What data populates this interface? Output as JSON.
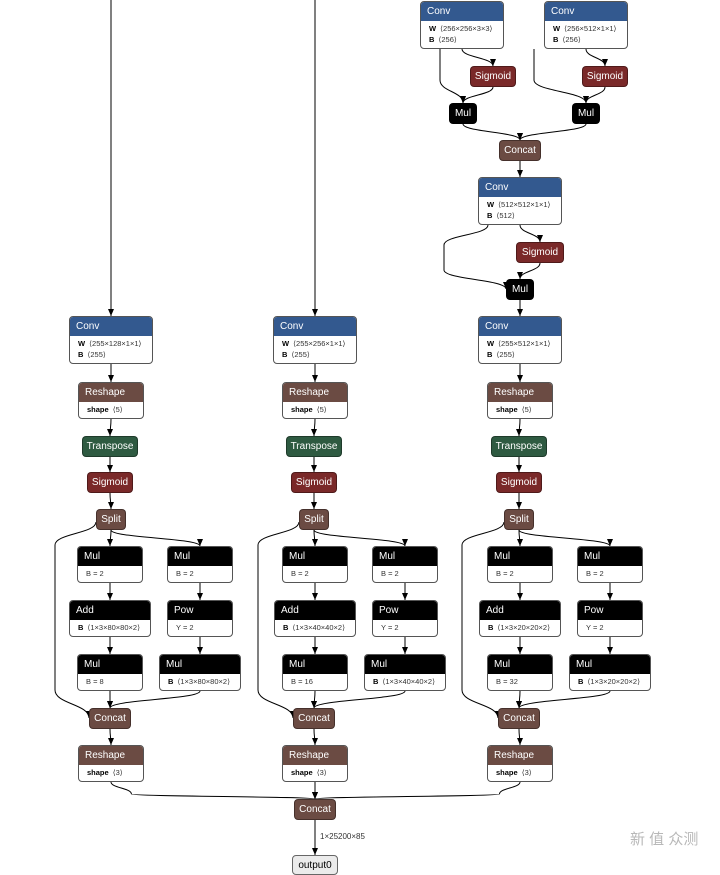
{
  "nodes": [
    {
      "id": "convA",
      "type": "double",
      "title": "Conv",
      "color": "#33598f",
      "attrs": [
        {
          "k": "W",
          "v": "⟨256×256×3×3⟩"
        },
        {
          "k": "B",
          "v": "⟨256⟩"
        }
      ]
    },
    {
      "id": "convB",
      "type": "double",
      "title": "Conv",
      "color": "#33598f",
      "attrs": [
        {
          "k": "W",
          "v": "⟨256×512×1×1⟩"
        },
        {
          "k": "B",
          "v": "⟨256⟩"
        }
      ]
    },
    {
      "id": "sigA",
      "type": "single",
      "title": "Sigmoid",
      "color": "#7a2929"
    },
    {
      "id": "sigB",
      "type": "single",
      "title": "Sigmoid",
      "color": "#7a2929"
    },
    {
      "id": "mulA",
      "type": "single",
      "title": "Mul",
      "color": "#000000"
    },
    {
      "id": "mulB",
      "type": "single",
      "title": "Mul",
      "color": "#000000"
    },
    {
      "id": "concatTop",
      "type": "single",
      "title": "Concat",
      "color": "#6b4b43"
    },
    {
      "id": "convC",
      "type": "double",
      "title": "Conv",
      "color": "#33598f",
      "attrs": [
        {
          "k": "W",
          "v": "⟨512×512×1×1⟩"
        },
        {
          "k": "B",
          "v": "⟨512⟩"
        }
      ]
    },
    {
      "id": "sigC",
      "type": "single",
      "title": "Sigmoid",
      "color": "#7a2929"
    },
    {
      "id": "mulC",
      "type": "single",
      "title": "Mul",
      "color": "#000000"
    },
    {
      "id": "c1_conv",
      "type": "double",
      "title": "Conv",
      "color": "#33598f",
      "attrs": [
        {
          "k": "W",
          "v": "⟨255×128×1×1⟩"
        },
        {
          "k": "B",
          "v": "⟨255⟩"
        }
      ]
    },
    {
      "id": "c1_reshape",
      "type": "double",
      "title": "Reshape",
      "color": "#6b4b43",
      "attrs": [
        {
          "k": "shape",
          "v": "⟨5⟩"
        }
      ]
    },
    {
      "id": "c1_transpose",
      "type": "single",
      "title": "Transpose",
      "color": "#2e5a41"
    },
    {
      "id": "c1_sig",
      "type": "single",
      "title": "Sigmoid",
      "color": "#7a2929"
    },
    {
      "id": "c1_split",
      "type": "single",
      "title": "Split",
      "color": "#6b4b43"
    },
    {
      "id": "c1_mul1",
      "type": "double",
      "title": "Mul",
      "color": "#000000",
      "attrs": [
        {
          "k": "",
          "v": "B = 2"
        }
      ]
    },
    {
      "id": "c1_mul2",
      "type": "double",
      "title": "Mul",
      "color": "#000000",
      "attrs": [
        {
          "k": "",
          "v": "B = 2"
        }
      ]
    },
    {
      "id": "c1_add",
      "type": "double",
      "title": "Add",
      "color": "#000000",
      "attrs": [
        {
          "k": "B",
          "v": "⟨1×3×80×80×2⟩"
        }
      ]
    },
    {
      "id": "c1_pow",
      "type": "double",
      "title": "Pow",
      "color": "#000000",
      "attrs": [
        {
          "k": "",
          "v": "Y = 2"
        }
      ]
    },
    {
      "id": "c1_mul3",
      "type": "double",
      "title": "Mul",
      "color": "#000000",
      "attrs": [
        {
          "k": "",
          "v": "B = 8"
        }
      ]
    },
    {
      "id": "c1_mul4",
      "type": "double",
      "title": "Mul",
      "color": "#000000",
      "attrs": [
        {
          "k": "B",
          "v": "⟨1×3×80×80×2⟩"
        }
      ]
    },
    {
      "id": "c1_concat",
      "type": "single",
      "title": "Concat",
      "color": "#6b4b43"
    },
    {
      "id": "c1_reshape2",
      "type": "double",
      "title": "Reshape",
      "color": "#6b4b43",
      "attrs": [
        {
          "k": "shape",
          "v": "⟨3⟩"
        }
      ]
    },
    {
      "id": "c2_conv",
      "type": "double",
      "title": "Conv",
      "color": "#33598f",
      "attrs": [
        {
          "k": "W",
          "v": "⟨255×256×1×1⟩"
        },
        {
          "k": "B",
          "v": "⟨255⟩"
        }
      ]
    },
    {
      "id": "c2_reshape",
      "type": "double",
      "title": "Reshape",
      "color": "#6b4b43",
      "attrs": [
        {
          "k": "shape",
          "v": "⟨5⟩"
        }
      ]
    },
    {
      "id": "c2_transpose",
      "type": "single",
      "title": "Transpose",
      "color": "#2e5a41"
    },
    {
      "id": "c2_sig",
      "type": "single",
      "title": "Sigmoid",
      "color": "#7a2929"
    },
    {
      "id": "c2_split",
      "type": "single",
      "title": "Split",
      "color": "#6b4b43"
    },
    {
      "id": "c2_mul1",
      "type": "double",
      "title": "Mul",
      "color": "#000000",
      "attrs": [
        {
          "k": "",
          "v": "B = 2"
        }
      ]
    },
    {
      "id": "c2_mul2",
      "type": "double",
      "title": "Mul",
      "color": "#000000",
      "attrs": [
        {
          "k": "",
          "v": "B = 2"
        }
      ]
    },
    {
      "id": "c2_add",
      "type": "double",
      "title": "Add",
      "color": "#000000",
      "attrs": [
        {
          "k": "B",
          "v": "⟨1×3×40×40×2⟩"
        }
      ]
    },
    {
      "id": "c2_pow",
      "type": "double",
      "title": "Pow",
      "color": "#000000",
      "attrs": [
        {
          "k": "",
          "v": "Y = 2"
        }
      ]
    },
    {
      "id": "c2_mul3",
      "type": "double",
      "title": "Mul",
      "color": "#000000",
      "attrs": [
        {
          "k": "",
          "v": "B = 16"
        }
      ]
    },
    {
      "id": "c2_mul4",
      "type": "double",
      "title": "Mul",
      "color": "#000000",
      "attrs": [
        {
          "k": "B",
          "v": "⟨1×3×40×40×2⟩"
        }
      ]
    },
    {
      "id": "c2_concat",
      "type": "single",
      "title": "Concat",
      "color": "#6b4b43"
    },
    {
      "id": "c2_reshape2",
      "type": "double",
      "title": "Reshape",
      "color": "#6b4b43",
      "attrs": [
        {
          "k": "shape",
          "v": "⟨3⟩"
        }
      ]
    },
    {
      "id": "c3_conv",
      "type": "double",
      "title": "Conv",
      "color": "#33598f",
      "attrs": [
        {
          "k": "W",
          "v": "⟨255×512×1×1⟩"
        },
        {
          "k": "B",
          "v": "⟨255⟩"
        }
      ]
    },
    {
      "id": "c3_reshape",
      "type": "double",
      "title": "Reshape",
      "color": "#6b4b43",
      "attrs": [
        {
          "k": "shape",
          "v": "⟨5⟩"
        }
      ]
    },
    {
      "id": "c3_transpose",
      "type": "single",
      "title": "Transpose",
      "color": "#2e5a41"
    },
    {
      "id": "c3_sig",
      "type": "single",
      "title": "Sigmoid",
      "color": "#7a2929"
    },
    {
      "id": "c3_split",
      "type": "single",
      "title": "Split",
      "color": "#6b4b43"
    },
    {
      "id": "c3_mul1",
      "type": "double",
      "title": "Mul",
      "color": "#000000",
      "attrs": [
        {
          "k": "",
          "v": "B = 2"
        }
      ]
    },
    {
      "id": "c3_mul2",
      "type": "double",
      "title": "Mul",
      "color": "#000000",
      "attrs": [
        {
          "k": "",
          "v": "B = 2"
        }
      ]
    },
    {
      "id": "c3_add",
      "type": "double",
      "title": "Add",
      "color": "#000000",
      "attrs": [
        {
          "k": "B",
          "v": "⟨1×3×20×20×2⟩"
        }
      ]
    },
    {
      "id": "c3_pow",
      "type": "double",
      "title": "Pow",
      "color": "#000000",
      "attrs": [
        {
          "k": "",
          "v": "Y = 2"
        }
      ]
    },
    {
      "id": "c3_mul3",
      "type": "double",
      "title": "Mul",
      "color": "#000000",
      "attrs": [
        {
          "k": "",
          "v": "B = 32"
        }
      ]
    },
    {
      "id": "c3_mul4",
      "type": "double",
      "title": "Mul",
      "color": "#000000",
      "attrs": [
        {
          "k": "B",
          "v": "⟨1×3×20×20×2⟩"
        }
      ]
    },
    {
      "id": "c3_concat",
      "type": "single",
      "title": "Concat",
      "color": "#6b4b43"
    },
    {
      "id": "c3_reshape2",
      "type": "double",
      "title": "Reshape",
      "color": "#6b4b43",
      "attrs": [
        {
          "k": "shape",
          "v": "⟨3⟩"
        }
      ]
    },
    {
      "id": "final_concat",
      "type": "single",
      "title": "Concat",
      "color": "#6b4b43"
    },
    {
      "id": "output",
      "type": "ghost",
      "title": "output0",
      "color": "#ebebeb"
    }
  ],
  "edges": [
    [
      "convA",
      "sigA"
    ],
    [
      "convA",
      "mulA"
    ],
    [
      "sigA",
      "mulA"
    ],
    [
      "convB",
      "sigB"
    ],
    [
      "convB",
      "mulB"
    ],
    [
      "sigB",
      "mulB"
    ],
    [
      "mulA",
      "concatTop"
    ],
    [
      "mulB",
      "concatTop"
    ],
    [
      "concatTop",
      "convC"
    ],
    [
      "convC",
      "sigC"
    ],
    [
      "convC",
      "mulC"
    ],
    [
      "sigC",
      "mulC"
    ],
    [
      "mulC",
      "c3_conv"
    ],
    [
      "c1_conv",
      "c1_reshape"
    ],
    [
      "c1_reshape",
      "c1_transpose"
    ],
    [
      "c1_transpose",
      "c1_sig"
    ],
    [
      "c1_sig",
      "c1_split"
    ],
    [
      "c1_split",
      "c1_mul1"
    ],
    [
      "c1_split",
      "c1_mul2"
    ],
    [
      "c1_split",
      "c1_concat"
    ],
    [
      "c1_mul1",
      "c1_add"
    ],
    [
      "c1_add",
      "c1_mul3"
    ],
    [
      "c1_mul2",
      "c1_pow"
    ],
    [
      "c1_pow",
      "c1_mul4"
    ],
    [
      "c1_mul3",
      "c1_concat"
    ],
    [
      "c1_mul4",
      "c1_concat"
    ],
    [
      "c1_concat",
      "c1_reshape2"
    ],
    [
      "c1_reshape2",
      "final_concat"
    ],
    [
      "c2_conv",
      "c2_reshape"
    ],
    [
      "c2_reshape",
      "c2_transpose"
    ],
    [
      "c2_transpose",
      "c2_sig"
    ],
    [
      "c2_sig",
      "c2_split"
    ],
    [
      "c2_split",
      "c2_mul1"
    ],
    [
      "c2_split",
      "c2_mul2"
    ],
    [
      "c2_split",
      "c2_concat"
    ],
    [
      "c2_mul1",
      "c2_add"
    ],
    [
      "c2_add",
      "c2_mul3"
    ],
    [
      "c2_mul2",
      "c2_pow"
    ],
    [
      "c2_pow",
      "c2_mul4"
    ],
    [
      "c2_mul3",
      "c2_concat"
    ],
    [
      "c2_mul4",
      "c2_concat"
    ],
    [
      "c2_concat",
      "c2_reshape2"
    ],
    [
      "c2_reshape2",
      "final_concat"
    ],
    [
      "c3_conv",
      "c3_reshape"
    ],
    [
      "c3_reshape",
      "c3_transpose"
    ],
    [
      "c3_transpose",
      "c3_sig"
    ],
    [
      "c3_sig",
      "c3_split"
    ],
    [
      "c3_split",
      "c3_mul1"
    ],
    [
      "c3_split",
      "c3_mul2"
    ],
    [
      "c3_split",
      "c3_concat"
    ],
    [
      "c3_mul1",
      "c3_add"
    ],
    [
      "c3_add",
      "c3_mul3"
    ],
    [
      "c3_mul2",
      "c3_pow"
    ],
    [
      "c3_pow",
      "c3_mul4"
    ],
    [
      "c3_mul3",
      "c3_concat"
    ],
    [
      "c3_mul4",
      "c3_concat"
    ],
    [
      "c3_concat",
      "c3_reshape2"
    ],
    [
      "c3_reshape2",
      "final_concat"
    ],
    [
      "final_concat",
      "output"
    ]
  ],
  "incoming": [
    {
      "to": "c1_conv"
    },
    {
      "to": "c2_conv"
    }
  ],
  "output_shape": "1×25200×85",
  "watermark": "新 值 众测"
}
